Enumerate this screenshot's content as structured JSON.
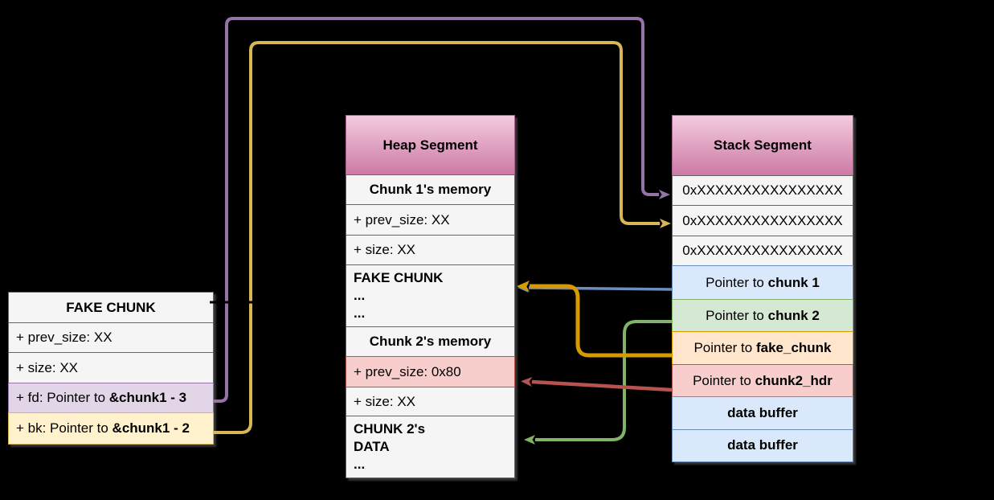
{
  "diagram": {
    "background": "#000000"
  },
  "fake_chunk_table": {
    "title": "FAKE CHUNK",
    "rows": [
      {
        "text": "+ prev_size: XX",
        "fill": "#f5f5f5",
        "border": "#666666"
      },
      {
        "text": "+ size: XX",
        "fill": "#f5f5f5",
        "border": "#666666"
      },
      {
        "prefix": "+ fd: Pointer to ",
        "target": "&chunk1 - 3",
        "fill": "#e1d5e7",
        "border": "#9673a6"
      },
      {
        "prefix": "+ bk: Pointer to ",
        "target": "&chunk1 - 2",
        "fill": "#fff2cc",
        "border": "#d6b656"
      }
    ]
  },
  "heap_segment": {
    "title": "Heap Segment",
    "header_fill_top": "#f2cbdf",
    "header_fill_bottom": "#cd7aa4",
    "rows": [
      {
        "text": "Chunk 1's memory"
      },
      {
        "text": "+ prev_size: XX"
      },
      {
        "text": "+ size: XX"
      },
      {
        "line1": "FAKE CHUNK",
        "line2": "...",
        "line3": "..."
      },
      {
        "text": "Chunk 2's memory"
      },
      {
        "text": "+ prev_size: 0x80",
        "fill": "#f8cecc",
        "border": "#b85450"
      },
      {
        "text": "+ size: XX"
      },
      {
        "line1": "CHUNK 2's",
        "line2": "DATA",
        "line3": "..."
      }
    ]
  },
  "stack_segment": {
    "title": "Stack Segment",
    "header_fill_top": "#f2cbdf",
    "header_fill_bottom": "#cd7aa4",
    "rows": [
      {
        "text": "0xXXXXXXXXXXXXXXXX"
      },
      {
        "text": "0xXXXXXXXXXXXXXXXX"
      },
      {
        "text": "0xXXXXXXXXXXXXXXXX"
      },
      {
        "prefix": "Pointer to ",
        "target": "chunk 1",
        "fill": "#dae8fc",
        "border": "#6c8ebf"
      },
      {
        "prefix": "Pointer to ",
        "target": "chunk 2",
        "fill": "#d5e8d4",
        "border": "#82b366"
      },
      {
        "prefix": "Pointer to ",
        "target": "fake_chunk",
        "fill": "#ffe6cc",
        "border": "#d79b00"
      },
      {
        "prefix": "Pointer to ",
        "target": "chunk2_hdr",
        "fill": "#f8cecc",
        "border": "#b85450"
      },
      {
        "text_bold": "data buffer",
        "fill": "#dae8fc",
        "border": "#6c8ebf"
      },
      {
        "text_bold": "data buffer",
        "fill": "#dae8fc",
        "border": "#6c8ebf"
      }
    ]
  },
  "arrows": [
    {
      "name": "fd-to-stack-slot-1",
      "color": "#9673a6",
      "from": "+ fd: Pointer to &chunk1 - 3",
      "to": "stack 0x row 1"
    },
    {
      "name": "bk-to-stack-slot-2",
      "color": "#d6b656",
      "from": "+ bk: Pointer to &chunk1 - 2",
      "to": "stack 0x row 2"
    },
    {
      "name": "chunk1-pointer-to-fake-chunk",
      "color": "#6c8ebf",
      "from": "Pointer to chunk 1",
      "to": "heap FAKE CHUNK"
    },
    {
      "name": "chunk2-pointer-to-chunk2-data",
      "color": "#82b366",
      "from": "Pointer to chunk 2",
      "to": "heap CHUNK 2's DATA"
    },
    {
      "name": "fake-chunk-pointer-to-fake-chunk",
      "color": "#d79b00",
      "from": "Pointer to fake_chunk",
      "to": "heap FAKE CHUNK"
    },
    {
      "name": "chunk2-hdr-pointer-to-prev-size",
      "color": "#b85450",
      "from": "Pointer to chunk2_hdr",
      "to": "heap + prev_size: 0x80"
    }
  ]
}
